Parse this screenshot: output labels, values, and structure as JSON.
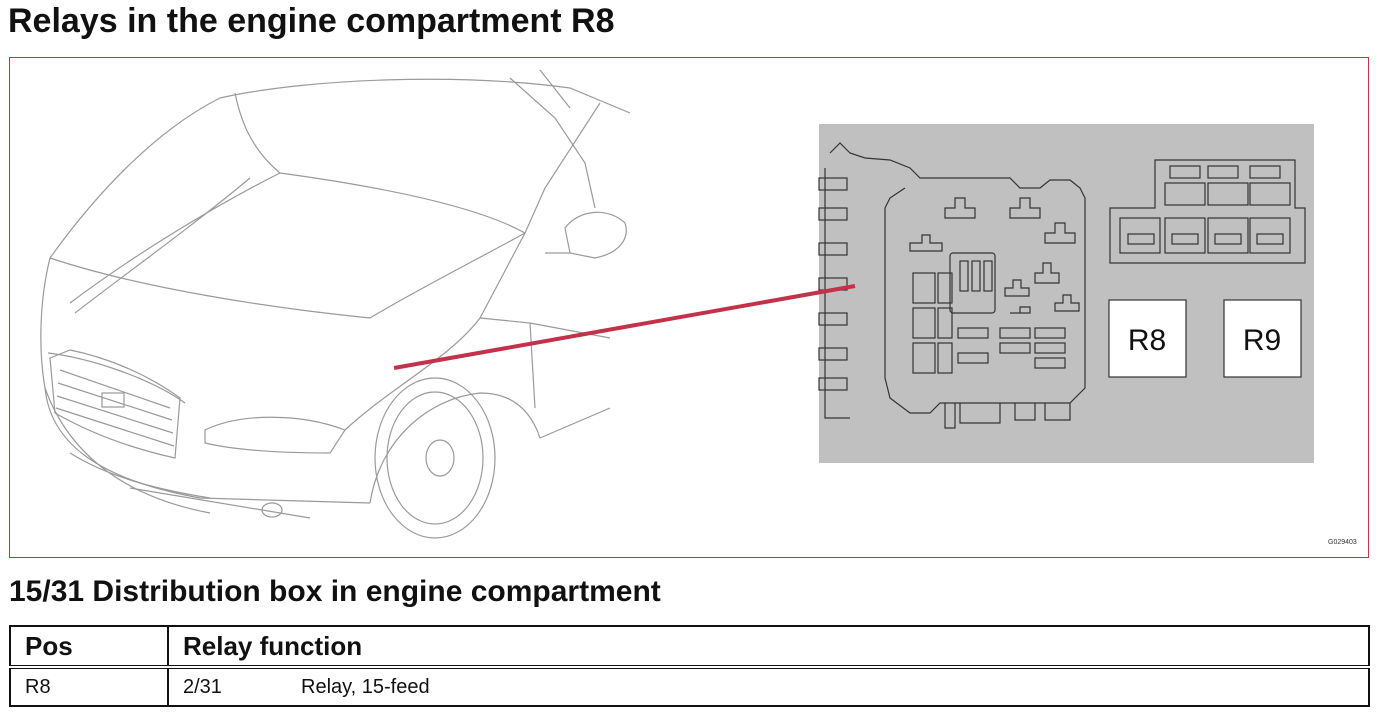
{
  "page": {
    "title": "Relays in the engine compartment R8",
    "subtitle": "15/31 Distribution box in engine compartment"
  },
  "figure": {
    "reference_code": "G029403",
    "relay_labels": [
      "R8",
      "R9"
    ],
    "colors": {
      "frame": "#c4314b",
      "pointer": "#c4314b",
      "panel": "#c0c0c0",
      "line_art": "#9a9a9a"
    }
  },
  "table": {
    "headers": {
      "pos": "Pos",
      "function": "Relay function"
    },
    "rows": [
      {
        "pos": "R8",
        "code": "2/31",
        "description": "Relay, 15-feed"
      }
    ]
  }
}
